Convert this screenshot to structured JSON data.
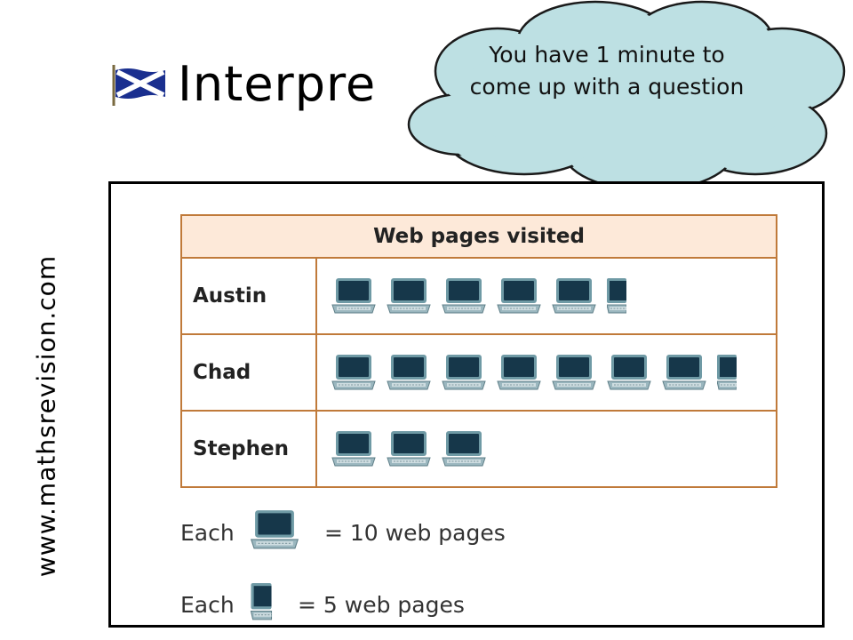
{
  "slide": {
    "title": "Interpre",
    "website": "www.mathsrevision.com",
    "callout": "You have 1 minute to come up with a question"
  },
  "chart_data": {
    "type": "pictogram",
    "title": "Web pages visited",
    "categories": [
      "Austin",
      "Chad",
      "Stephen"
    ],
    "values": [
      55,
      75,
      30
    ],
    "key": [
      {
        "symbol": "full-computer-icon",
        "value": 10,
        "text": "= 10 web pages"
      },
      {
        "symbol": "half-computer-icon",
        "value": 5,
        "text": "= 5 web pages"
      }
    ]
  },
  "legend": {
    "each_label": "Each"
  },
  "colors": {
    "header_bg": "#fde9d9",
    "border": "#c07a3a",
    "cloud": "#bde0e3"
  }
}
